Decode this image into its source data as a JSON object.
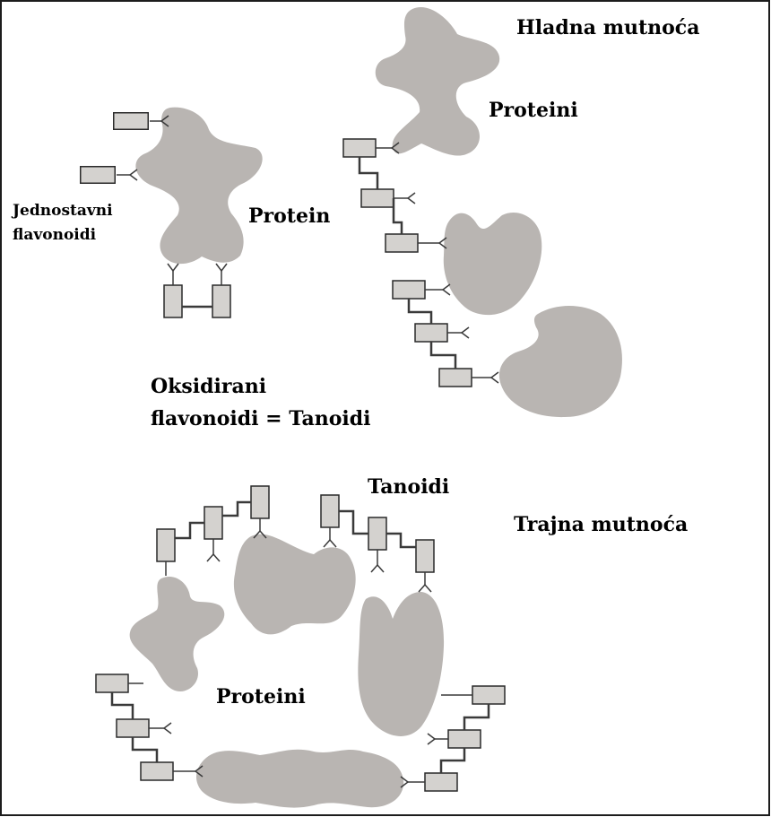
{
  "labels": {
    "hladna_mutnoca": "Hladna mutnoća",
    "proteini_top": "Proteini",
    "jednostavni_line1": "Jednostavni",
    "jednostavni_line2": "flavonoidi",
    "protein": "Protein",
    "oksidirani_line1": "Oksidirani",
    "oksidirani_line2": "flavonoidi = Tanoidi",
    "tanoidi": "Tanoidi",
    "trajna_mutnoca": "Trajna mutnoća",
    "proteini_bottom": "Proteini"
  },
  "colors": {
    "protein_fill": "#b9b5b2",
    "box_fill": "#d4d2cf",
    "line": "#3a3a3a",
    "border": "#2a2a2a"
  }
}
